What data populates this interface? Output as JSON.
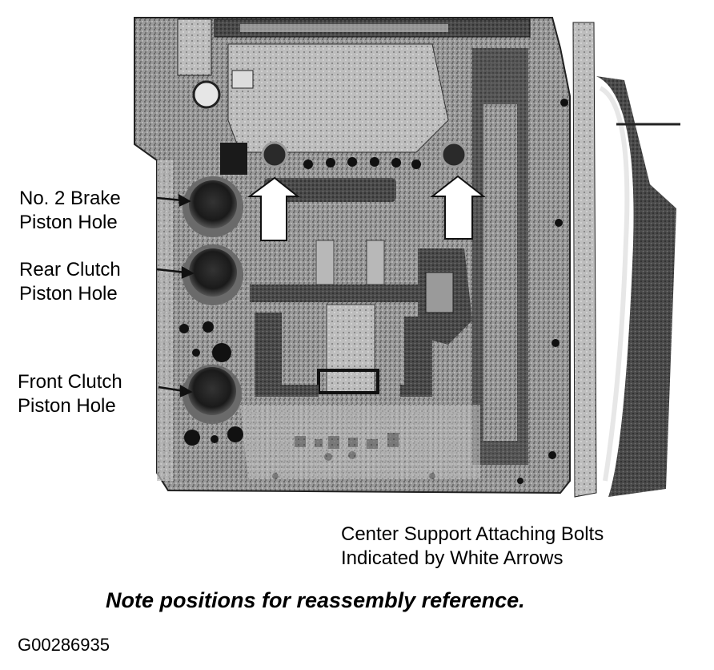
{
  "labels": {
    "no2_brake": [
      "No. 2 Brake",
      "Piston Hole"
    ],
    "rear_clutch": [
      "Rear Clutch",
      "Piston Hole"
    ],
    "front_clutch": [
      "Front Clutch",
      "Piston Hole"
    ],
    "center_support": [
      "Center Support Attaching Bolts",
      "Indicated by White Arrows"
    ]
  },
  "note": "Note positions for reassembly reference.",
  "figure_id": "G00286935",
  "colors": {
    "ink": "#111111",
    "metal_dark": "#3a3a3a",
    "metal_mid": "#8a8a8a",
    "metal_light": "#cfcfcf",
    "paper": "#ffffff"
  }
}
